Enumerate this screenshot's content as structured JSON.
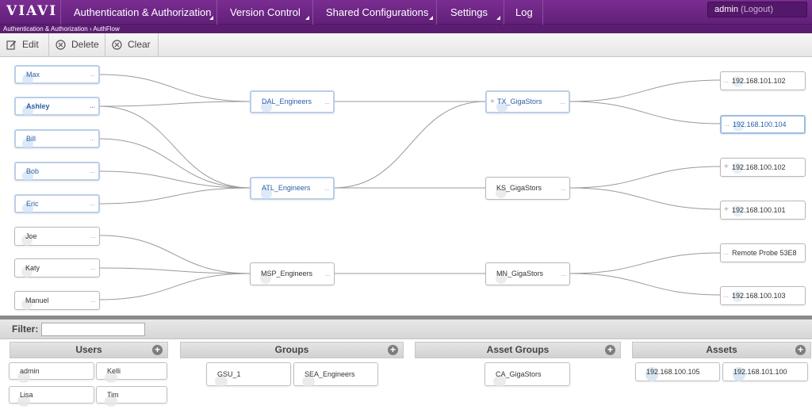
{
  "logo": "VIAVI",
  "nav": {
    "items": [
      {
        "label": "Authentication & Authorization",
        "has_menu": true
      },
      {
        "label": "Version Control",
        "has_menu": true
      },
      {
        "label": "Shared Configurations",
        "has_menu": true
      },
      {
        "label": "Settings",
        "has_menu": true
      },
      {
        "label": "Log",
        "has_menu": false
      }
    ],
    "user": "admin",
    "logout": "(Logout)"
  },
  "breadcrumb": "Authentication & Authorization › AuthFlow",
  "toolbar": {
    "edit": "Edit",
    "delete": "Delete",
    "clear": "Clear"
  },
  "flow": {
    "users": [
      "Max",
      "Ashley",
      "Bill",
      "Bob",
      "Eric",
      "Joe",
      "Katy",
      "Manuel"
    ],
    "groups": [
      "DAL_Engineers",
      "ATL_Engineers",
      "MSP_Engineers"
    ],
    "asset_groups": [
      "TX_GigaStors",
      "KS_GigaStors",
      "MN_GigaStors"
    ],
    "assets": [
      "192.168.101.102",
      "192.168.100.104",
      "192.168.100.102",
      "192.168.100.101",
      "Remote Probe 53E8",
      "192.168.100.103"
    ],
    "ellipsis": "...",
    "plus": "+"
  },
  "bottom": {
    "filter_label": "Filter:",
    "filter_value": "",
    "columns": {
      "users": {
        "title": "Users",
        "items": [
          "admin",
          "Kelli",
          "Lisa",
          "Tim"
        ]
      },
      "groups": {
        "title": "Groups",
        "items": [
          "GSU_1",
          "SEA_Engineers"
        ]
      },
      "asset_groups": {
        "title": "Asset Groups",
        "items": [
          "CA_GigaStors"
        ]
      },
      "assets": {
        "title": "Assets",
        "items": [
          "192.168.100.105",
          "192.168.101.100"
        ]
      }
    },
    "add_symbol": "+"
  },
  "colors": {
    "nav_purple": "#6b2585",
    "selected_border": "#b9cfe8",
    "selected_text": "#2a5ea7",
    "link_gray": "#9a9a9a"
  }
}
